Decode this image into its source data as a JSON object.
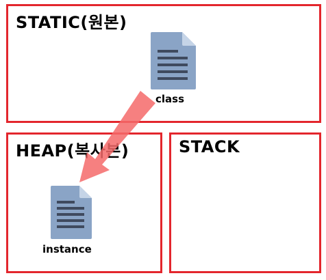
{
  "static_box": {
    "title": "STATIC(원본)"
  },
  "heap_box": {
    "title": "HEAP(복사본)"
  },
  "stack_box": {
    "title": "STACK"
  },
  "class_doc": {
    "label": "class",
    "icon": "document-icon"
  },
  "instance_doc": {
    "label": "instance",
    "icon": "document-icon"
  },
  "colors": {
    "border": "#e3262d",
    "doc_fill": "#8aa4c6",
    "doc_lines": "#3f4a5e",
    "arrow": "#f46a6a"
  }
}
